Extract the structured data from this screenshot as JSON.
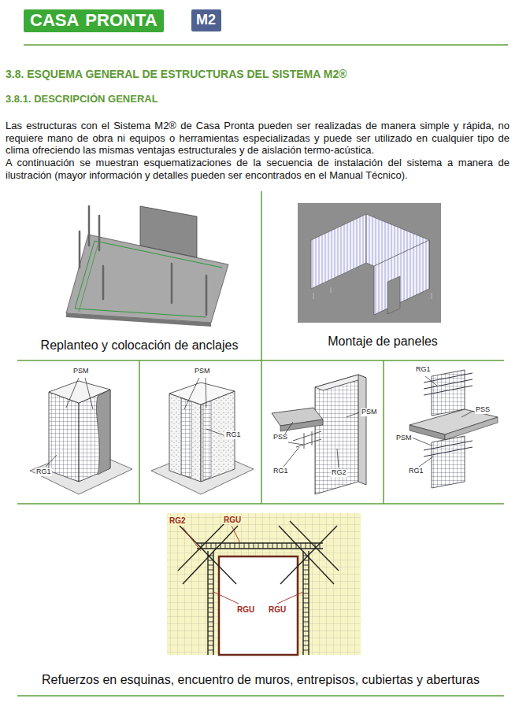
{
  "diagram": {
    "title": "3.8. ESQUEMA GENERAL DE ESTRUCTURAS DEL SISTEMA M2®",
    "nodes": [
      {
        "text": [
          "CASA",
          "PRONTA"
        ]
      },
      {
        "text": [
          "M2"
        ]
      }
    ],
    "labels": [
      "3.8.1. DESCRIPCIÓN GENERAL",
      "Las estructuras con el Sistema M2® de Casa Pronta pueden ser realizadas de manera simple y rápida, no requiere mano de obra ni equipos o herramientas especializadas y puede ser utilizado en cualquier tipo de clima ofreciendo las mismas ventajas estructurales y de aislación termo-acústica.",
      "A continuación se muestran esquematizaciones de la secuencia de instalación del sistema a manera de ilustración (mayor información y detalles pueden ser encontrados en el Manual Técnico).",
      "Replanteo y colocación de anclajes",
      "Montaje de paneles",
      "PSM",
      "RG1",
      "PSM",
      "RG1",
      "PSM",
      "PSS",
      "RG1",
      "RG2",
      "RG1",
      "PSS",
      "PSM",
      "RG1",
      "RG2",
      "RGU",
      "RGU",
      "RGU",
      "Refuerzos en esquinas, encuentro de muros, entrepisos, cubiertas y aberturas"
    ]
  }
}
